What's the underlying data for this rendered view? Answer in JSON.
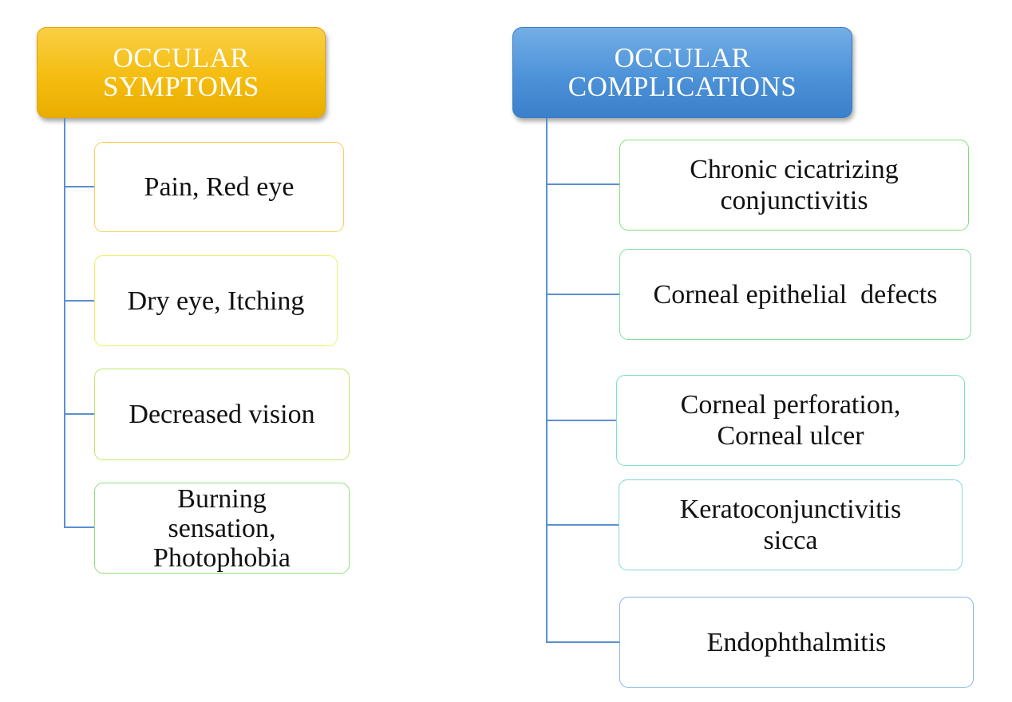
{
  "colors": {
    "left_header": "#f5bd10",
    "right_header": "#4d92d8",
    "connector": "#5b8fd0"
  },
  "symptoms": {
    "title": "OCCULAR SYMPTOMS",
    "items": [
      {
        "label": "Pain, Red eye",
        "border": "#f6cf5a"
      },
      {
        "label": "Dry eye, Itching",
        "border": "#eef060"
      },
      {
        "label": "Decreased vision",
        "border": "#bfe56a"
      },
      {
        "label": "Burning sensation, Photophobia",
        "border": "#8fe07a"
      }
    ]
  },
  "complications": {
    "title": "OCCULAR COMPLICATIONS",
    "items": [
      {
        "label": "Chronic cicatrizing conjunctivitis",
        "border": "#7fe07a"
      },
      {
        "label": "Corneal epithelial  defects",
        "border": "#7fe09a"
      },
      {
        "label": "Corneal perforation, Corneal ulcer",
        "border": "#7fe0c6"
      },
      {
        "label": "Keratoconjunctivitis sicca",
        "border": "#7fd6dc"
      },
      {
        "label": "Endophthalmitis",
        "border": "#86b6e2"
      }
    ]
  }
}
